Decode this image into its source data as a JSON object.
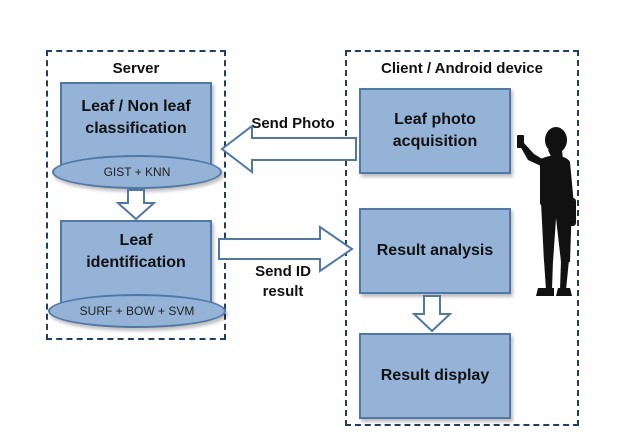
{
  "server": {
    "title": "Server",
    "classification_box": "Leaf / Non leaf\nclassification",
    "classification_method": "GIST + KNN",
    "identification_box": "Leaf\nidentification",
    "identification_method": "SURF + BOW + SVM"
  },
  "client": {
    "title": "Client / Android device",
    "acquisition_box": "Leaf photo\nacquisition",
    "analysis_box": "Result analysis",
    "display_box": "Result display"
  },
  "arrows": {
    "send_photo": "Send Photo",
    "send_id": "Send ID\nresult"
  },
  "colors": {
    "box_fill": "#95b3d7",
    "box_border": "#4f78a8",
    "panel_border": "#1f3f66",
    "silhouette": "#111111"
  },
  "icons": [
    "person-with-phone-silhouette"
  ]
}
